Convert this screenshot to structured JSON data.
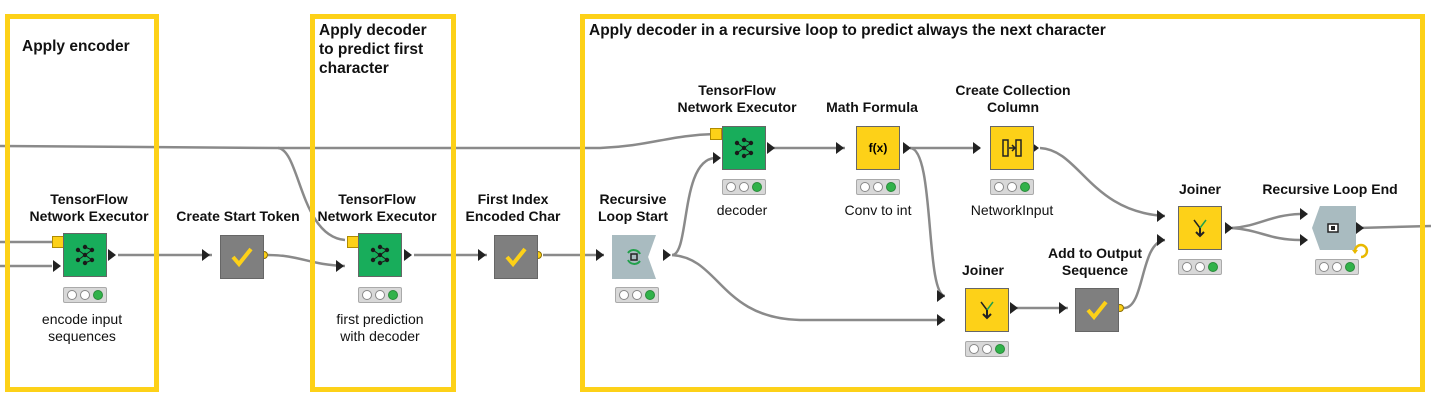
{
  "annotations": [
    {
      "title": "Apply encoder"
    },
    {
      "title": "Apply decoder\nto predict first\ncharacter"
    },
    {
      "title": "Apply decoder in a recursive loop to predict always the next character"
    }
  ],
  "nodes": {
    "tf_encoder": {
      "title": "TensorFlow\nNetwork Executor",
      "label": "encode input\nsequences",
      "icon": "network-icon",
      "color": "#18ad5b"
    },
    "start_token": {
      "title": "Create Start Token",
      "label": "",
      "icon": "checkmark-icon",
      "color": "#7f7f7f"
    },
    "tf_first": {
      "title": "TensorFlow\nNetwork Executor",
      "label": "first prediction\nwith decoder",
      "icon": "network-icon",
      "color": "#18ad5b"
    },
    "first_index": {
      "title": "First Index\nEncoded Char",
      "label": "",
      "icon": "checkmark-icon",
      "color": "#7f7f7f"
    },
    "loop_start": {
      "title": "Recursive\nLoop Start",
      "label": "",
      "icon": "loop-start-icon",
      "color": "#a9bbc0"
    },
    "tf_decoder": {
      "title": "TensorFlow\nNetwork Executor",
      "label": "decoder",
      "icon": "network-icon",
      "color": "#18ad5b"
    },
    "math_formula": {
      "title": "Math Formula",
      "label": "Conv to int",
      "icon": "fx-icon",
      "color": "#fdd118"
    },
    "create_collection": {
      "title": "Create Collection\nColumn",
      "label": "NetworkInput",
      "icon": "collection-icon",
      "color": "#fdd118"
    },
    "joiner_bottom": {
      "title": "Joiner",
      "label": "",
      "icon": "joiner-icon",
      "color": "#fdd118"
    },
    "add_output": {
      "title": "Add to Output\nSequence",
      "label": "",
      "icon": "checkmark-icon",
      "color": "#7f7f7f"
    },
    "joiner_right": {
      "title": "Joiner",
      "label": "",
      "icon": "joiner-icon",
      "color": "#fdd118"
    },
    "loop_end": {
      "title": "Recursive Loop End",
      "label": "",
      "icon": "loop-end-icon",
      "color": "#a9bbc0"
    }
  },
  "icons": {
    "fx_text": "f(x)"
  }
}
